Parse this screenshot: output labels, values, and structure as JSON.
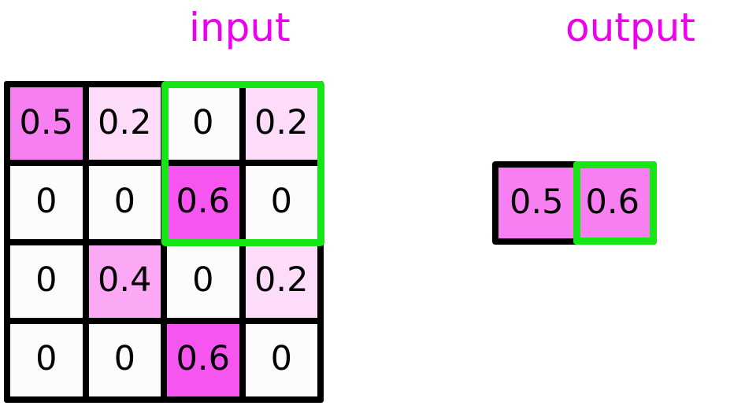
{
  "titles": {
    "input": "input",
    "output": "output"
  },
  "colors": {
    "title_magenta": "#ee00ee",
    "highlight_green": "#16e616",
    "grid_line_black": "#000000",
    "value_0": "#fdfbfd",
    "value_0_2": "#fcdcf9",
    "value_0_4": "#fba8f5",
    "value_0_5": "#f87ff2",
    "value_0_6": "#f755ef",
    "background": "#ffffff"
  },
  "chart_data": {
    "type": "heatmap",
    "title": "input",
    "rows": 4,
    "cols": 4,
    "values": [
      [
        0.5,
        0.2,
        0,
        0.2
      ],
      [
        0,
        0,
        0.6,
        0
      ],
      [
        0,
        0.4,
        0,
        0.2
      ],
      [
        0,
        0,
        0.6,
        0
      ]
    ],
    "colormap": "white-to-magenta",
    "vmin": 0,
    "vmax": 0.6,
    "annotations": "cell values shown as text",
    "highlight": {
      "label": "pooling-window",
      "color": "#16e616",
      "row_start": 0,
      "row_end": 1,
      "col_start": 2,
      "col_end": 3
    }
  },
  "input_grid": {
    "label": "input",
    "cells": [
      {
        "value": "0.5",
        "fill": "#f87ff2",
        "row": 0,
        "col": 0
      },
      {
        "value": "0.2",
        "fill": "#fcdcf9",
        "row": 0,
        "col": 1
      },
      {
        "value": "0",
        "fill": "#fdfbfd",
        "row": 0,
        "col": 2
      },
      {
        "value": "0.2",
        "fill": "#fcdcf9",
        "row": 0,
        "col": 3
      },
      {
        "value": "0",
        "fill": "#fdfbfd",
        "row": 1,
        "col": 0
      },
      {
        "value": "0",
        "fill": "#fdfbfd",
        "row": 1,
        "col": 1
      },
      {
        "value": "0.6",
        "fill": "#f755ef",
        "row": 1,
        "col": 2
      },
      {
        "value": "0",
        "fill": "#fdfbfd",
        "row": 1,
        "col": 3
      },
      {
        "value": "0",
        "fill": "#fdfbfd",
        "row": 2,
        "col": 0
      },
      {
        "value": "0.4",
        "fill": "#fba8f5",
        "row": 2,
        "col": 1
      },
      {
        "value": "0",
        "fill": "#fdfbfd",
        "row": 2,
        "col": 2
      },
      {
        "value": "0.2",
        "fill": "#fcdcf9",
        "row": 2,
        "col": 3
      },
      {
        "value": "0",
        "fill": "#fdfbfd",
        "row": 3,
        "col": 0
      },
      {
        "value": "0",
        "fill": "#fdfbfd",
        "row": 3,
        "col": 1
      },
      {
        "value": "0.6",
        "fill": "#f755ef",
        "row": 3,
        "col": 2
      },
      {
        "value": "0",
        "fill": "#fdfbfd",
        "row": 3,
        "col": 3
      }
    ]
  },
  "output_grid": {
    "label": "output",
    "cells": [
      {
        "value": "0.5",
        "fill": "#f87ff2",
        "row": 0,
        "col": 0
      },
      {
        "value": "0.6",
        "fill": "#f87ff2",
        "row": 0,
        "col": 1
      }
    ]
  }
}
